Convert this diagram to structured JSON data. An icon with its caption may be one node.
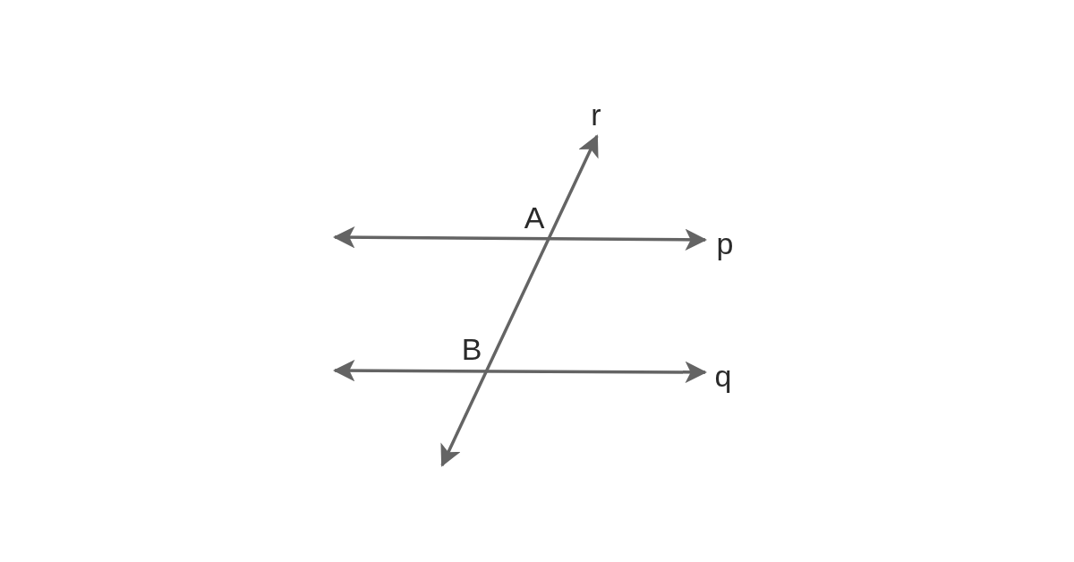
{
  "diagram": {
    "labels": [
      "r",
      "A",
      "p",
      "B",
      "q"
    ]
  }
}
